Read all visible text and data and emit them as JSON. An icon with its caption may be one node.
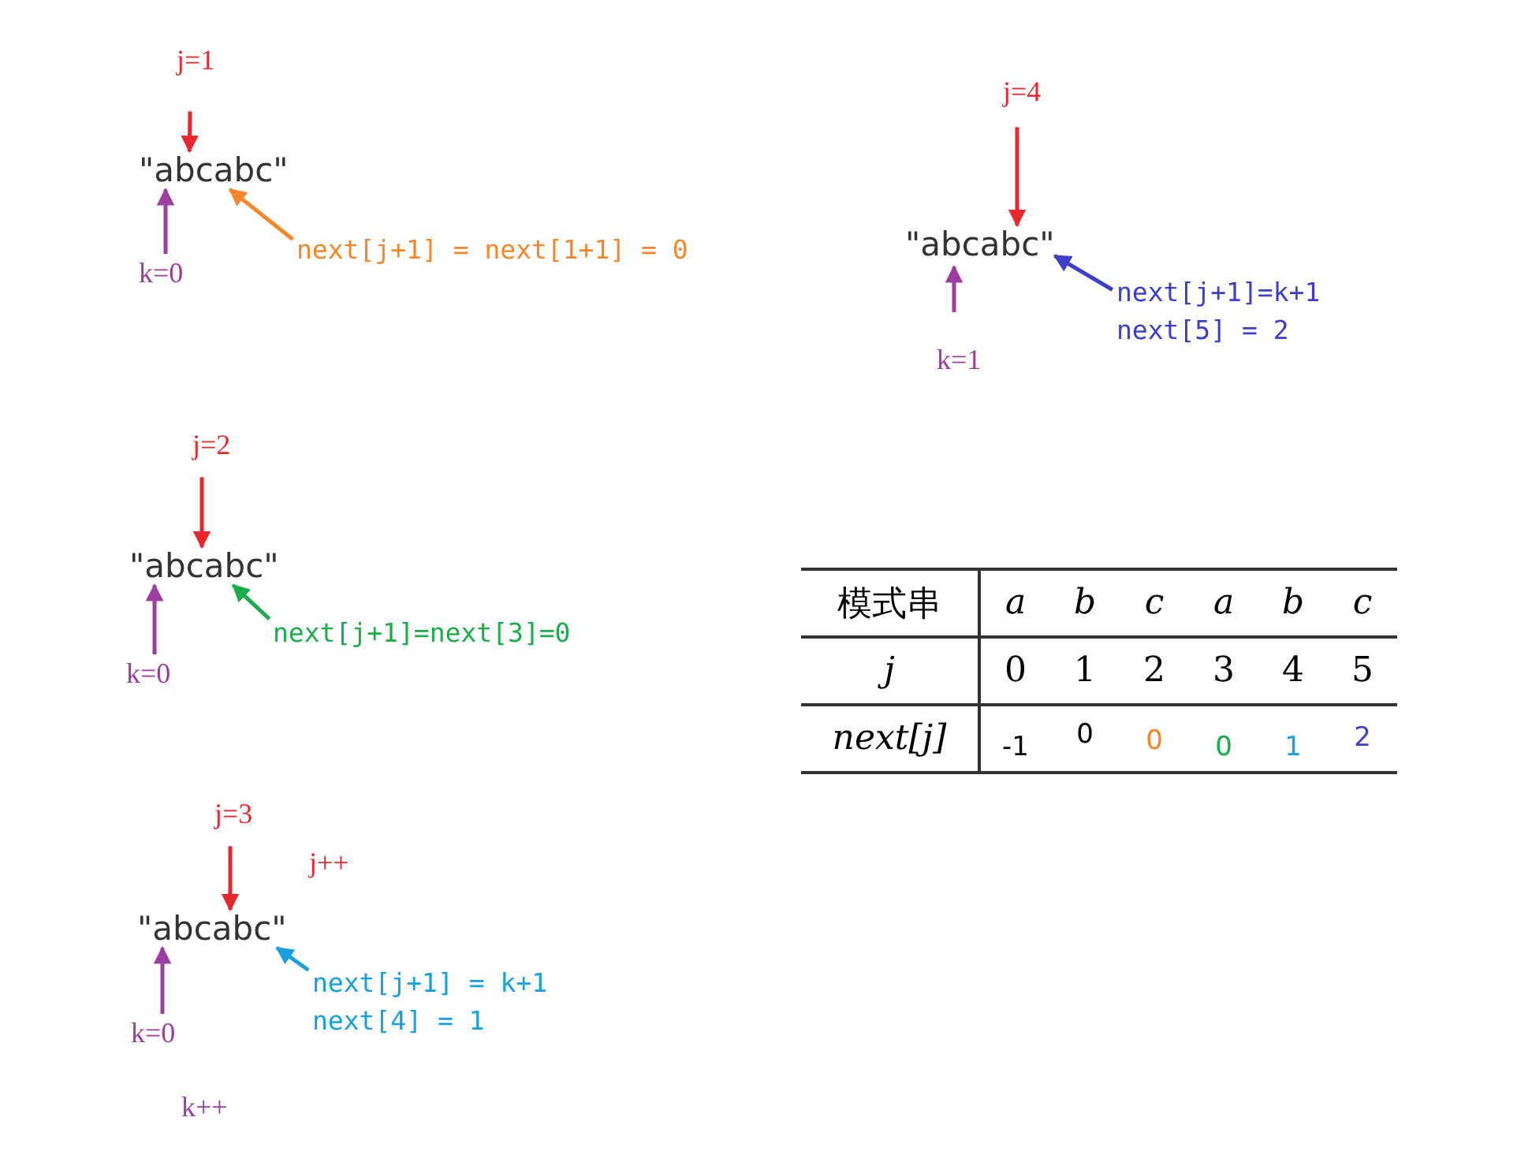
{
  "diagram": {
    "nodes": [
      {
        "text": [
          "j=1"
        ]
      },
      {
        "text": [
          "\"abcabc\""
        ]
      },
      {
        "text": [
          "k=0"
        ]
      },
      {
        "text": [
          "next[j+1] = next[1+1] = 0"
        ]
      },
      {
        "text": [
          "j=4"
        ]
      },
      {
        "text": [
          "\"abcabc\""
        ]
      },
      {
        "text": [
          "k=1"
        ]
      },
      {
        "text": [
          "next[j+1]=k+1",
          "next[5] = 2"
        ]
      },
      {
        "text": [
          "j=2"
        ]
      },
      {
        "text": [
          "\"abcabc\""
        ]
      },
      {
        "text": [
          "k=0"
        ]
      },
      {
        "text": [
          "next[j+1]=next[3]=0"
        ]
      },
      {
        "text": [
          "j=3"
        ]
      },
      {
        "text": [
          "\"abcabc\""
        ]
      },
      {
        "text": [
          "k=0"
        ]
      },
      {
        "text": [
          "next[j+1] = k+1",
          "next[4] = 1"
        ]
      }
    ],
    "edges": [
      {
        "from": 0,
        "to": 1,
        "arrow": "to",
        "color": "#e8262c"
      },
      {
        "from": 2,
        "to": 1,
        "arrow": "to",
        "color": "#9b3ea0"
      },
      {
        "from": 3,
        "to": 1,
        "arrow": "to",
        "color": "#f5862a"
      },
      {
        "from": 4,
        "to": 5,
        "arrow": "to",
        "color": "#e8262c"
      },
      {
        "from": 6,
        "to": 5,
        "arrow": "to",
        "color": "#9b3ea0"
      },
      {
        "from": 7,
        "to": 5,
        "arrow": "to",
        "color": "#3c3fc8"
      },
      {
        "from": 8,
        "to": 9,
        "arrow": "to",
        "color": "#e8262c"
      },
      {
        "from": 10,
        "to": 9,
        "arrow": "to",
        "color": "#9b3ea0"
      },
      {
        "from": 11,
        "to": 9,
        "arrow": "to",
        "color": "#1aad4a"
      },
      {
        "from": 12,
        "to": 13,
        "arrow": "to",
        "color": "#e8262c"
      },
      {
        "from": 14,
        "to": 13,
        "arrow": "to",
        "color": "#9b3ea0"
      },
      {
        "from": 15,
        "to": 13,
        "arrow": "to",
        "color": "#17a0e0"
      }
    ],
    "labels": [
      "j++",
      "k++",
      "模式串",
      "a",
      "b",
      "c",
      "a",
      "b",
      "c",
      "j",
      "0",
      "1",
      "2",
      "3",
      "4",
      "5",
      "next[j]",
      "-1",
      "0",
      "0",
      "0",
      "1",
      "2"
    ]
  }
}
